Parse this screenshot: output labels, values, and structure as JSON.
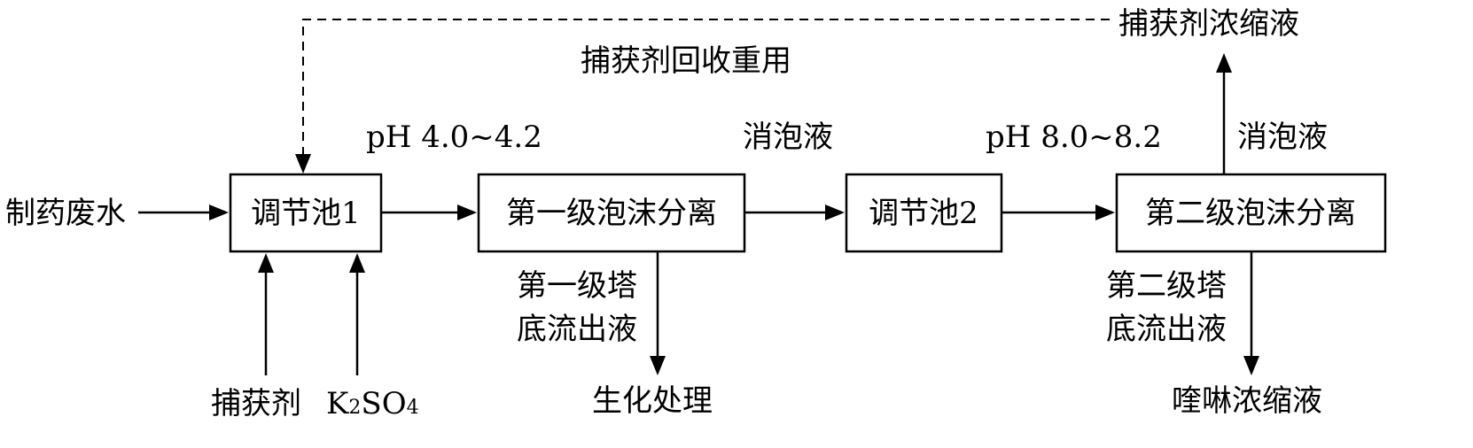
{
  "diagram": {
    "inputs": {
      "wastewater": "制药废水",
      "capture_agent": "捕获剂",
      "k2so4": {
        "base1": "K",
        "sub1": "2",
        "base2": "SO",
        "sub2": "4"
      }
    },
    "nodes": {
      "tank1": "调节池1",
      "foam1": "第一级泡沫分离",
      "tank2": "调节池2",
      "foam2": "第二级泡沫分离"
    },
    "edge_labels": {
      "ph1": "pH 4.0~4.2",
      "defoam1": "消泡液",
      "ph2": "pH 8.0~8.2",
      "defoam2": "消泡液",
      "recycle": "捕获剂回收重用",
      "bottom1_line1": "第一级塔",
      "bottom1_line2": "底流出液",
      "bottom2_line1": "第二级塔",
      "bottom2_line2": "底流出液"
    },
    "outputs": {
      "capture_concentrate": "捕获剂浓缩液",
      "biochem": "生化处理",
      "quinoline_concentrate": "喹啉浓缩液"
    }
  }
}
